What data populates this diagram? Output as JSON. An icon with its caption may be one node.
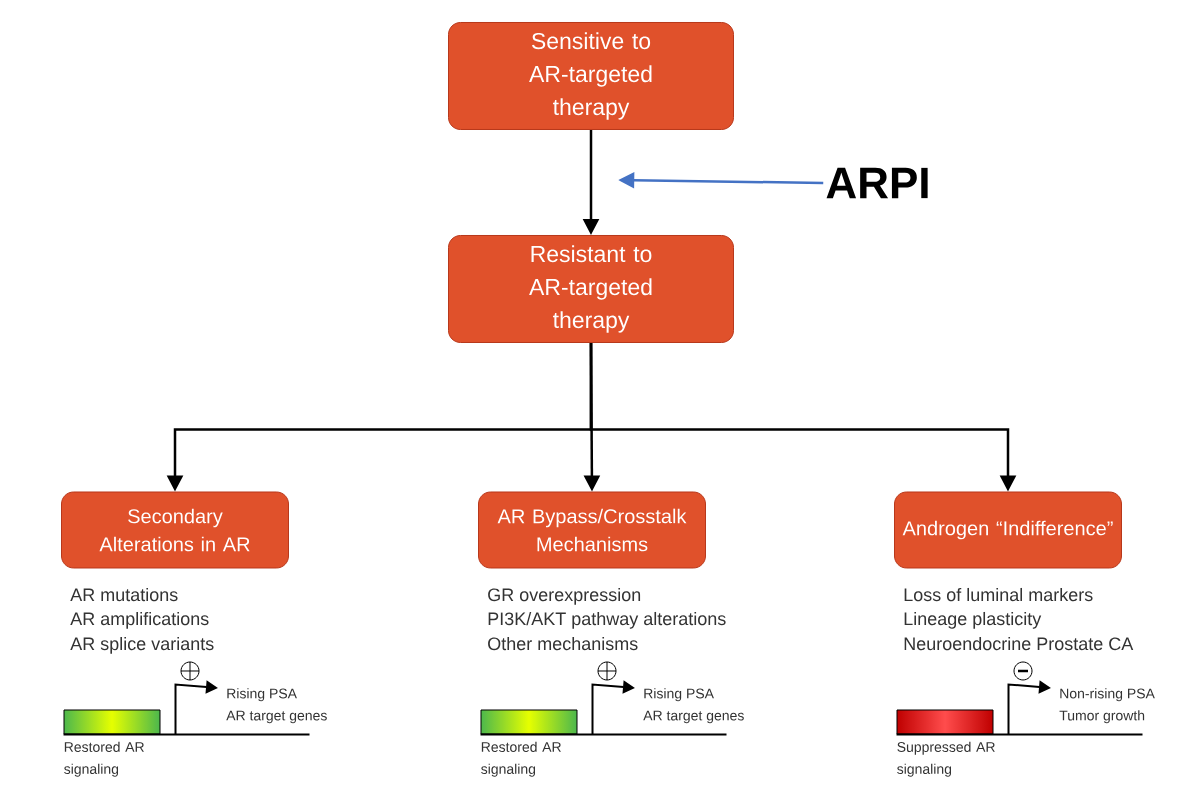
{
  "diagram": {
    "nodes": [
      {
        "text": [
          "Sensitive to AR-targeted therapy"
        ]
      },
      {
        "text": [
          "Resistant to AR-targeted therapy"
        ]
      },
      {
        "text": [
          "ARPI"
        ]
      },
      {
        "text": [
          "Secondary Alterations in AR"
        ]
      },
      {
        "text": [
          "AR Bypass/Crosstalk Mechanisms"
        ]
      },
      {
        "text": [
          "Androgen “Indifference”"
        ]
      },
      {
        "text": [],
        "shape": "bar",
        "beside": [
          "Restored AR signaling"
        ]
      },
      {
        "text": [
          "Rising PSA",
          "AR target genes"
        ]
      },
      {
        "text": [],
        "shape": "bar",
        "beside": [
          "Restored AR signaling"
        ]
      },
      {
        "text": [
          "Rising PSA",
          "AR target genes"
        ]
      },
      {
        "text": [],
        "shape": "bar",
        "beside": [
          "Suppressed AR signaling"
        ]
      },
      {
        "text": [
          "Non-rising PSA",
          "Tumor growth"
        ]
      }
    ],
    "edges": [
      {
        "from": 0,
        "to": 1,
        "arrow": "to"
      },
      {
        "from": 2,
        "to": null,
        "arrow": "to",
        "color": "#4472c4"
      },
      {
        "from": 1,
        "to": 3,
        "arrow": "to"
      },
      {
        "from": 1,
        "to": 4,
        "arrow": "to"
      },
      {
        "from": 1,
        "to": 5,
        "arrow": "to"
      },
      {
        "from": 6,
        "to": 7,
        "arrow": "to"
      },
      {
        "from": 8,
        "to": 9,
        "arrow": "to"
      },
      {
        "from": 10,
        "to": 11,
        "arrow": "to"
      }
    ],
    "labels": [
      "AR mutations",
      "AR amplifications",
      "AR splice variants",
      "GR overexpression",
      "PI3K/AKT pathway alterations",
      "Other mechanisms",
      "Loss of luminal markers",
      "Lineage plasticity",
      "Neuroendocrine  Prostate CA"
    ]
  }
}
